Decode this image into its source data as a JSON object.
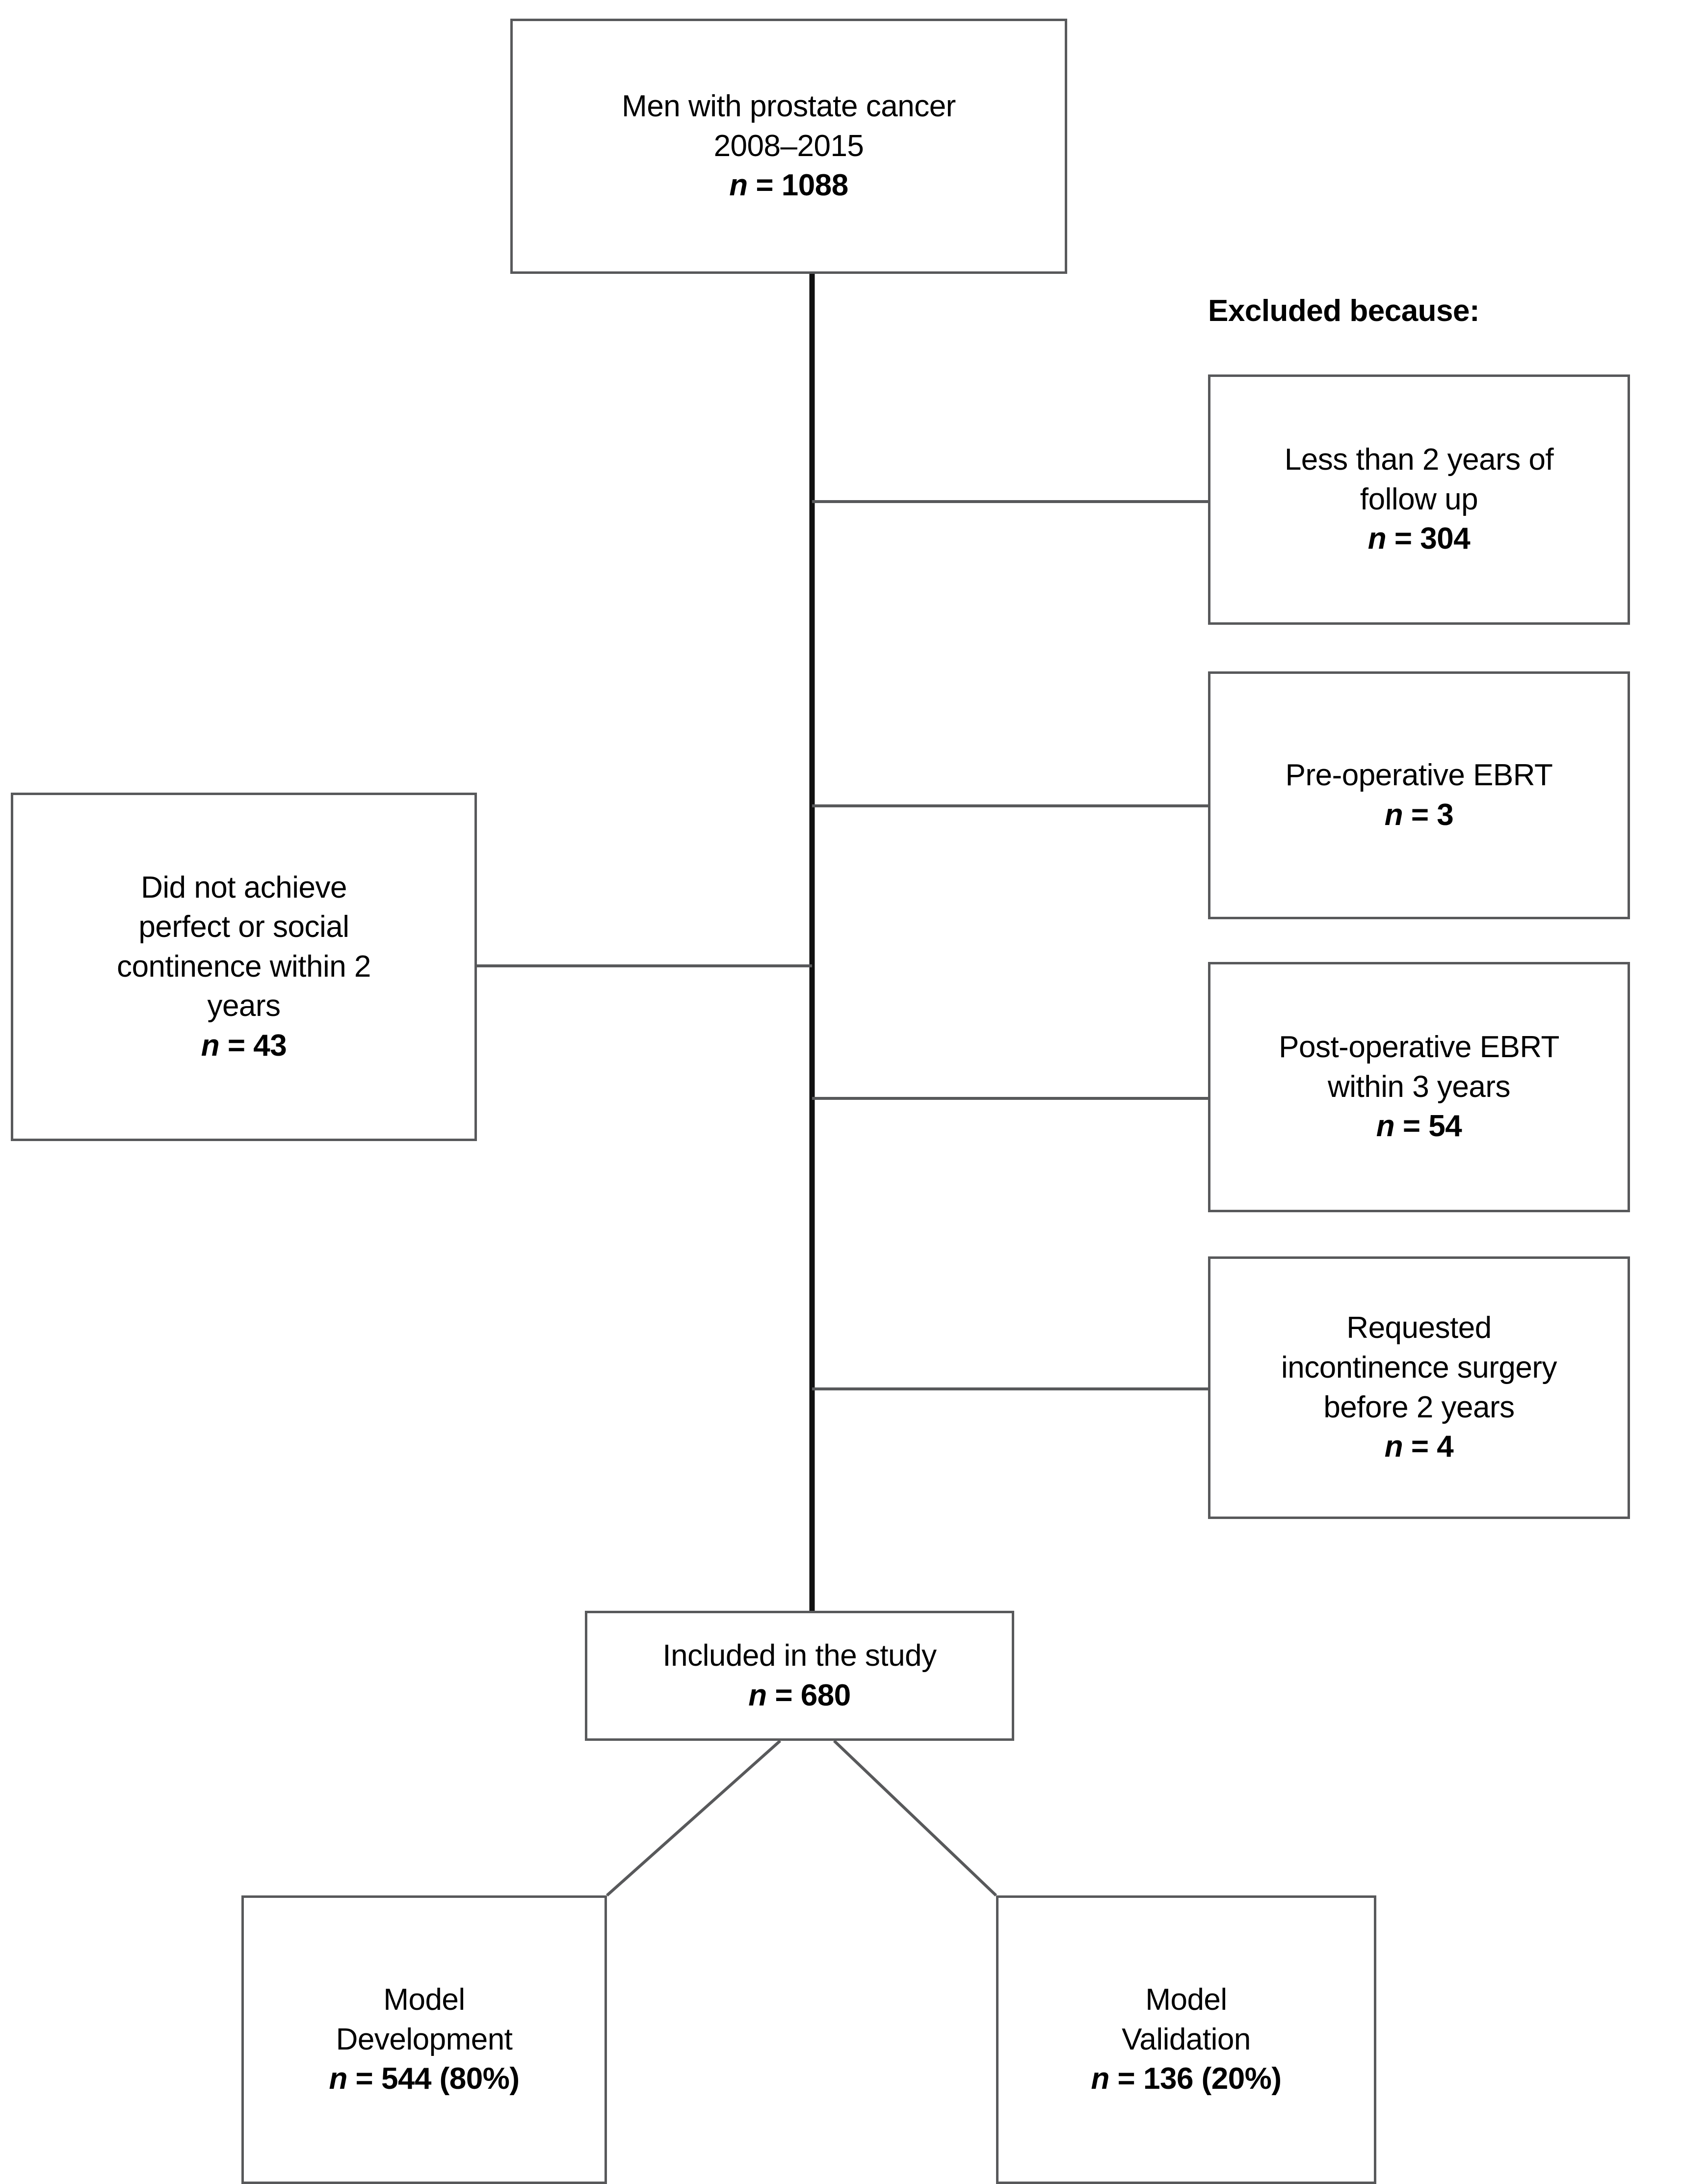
{
  "figure": {
    "type": "flowchart",
    "title": "Study participant flow diagram",
    "accent_line_color": "#58595b",
    "text_color": "#000000",
    "background_color": "#ffffff"
  },
  "labels": {
    "excluded_heading": "Excluded because:"
  },
  "nodes": {
    "source": {
      "id": "source",
      "lines": [
        "Men with prostate cancer",
        "2008–2015"
      ],
      "n_prefix": "n",
      "n_eq": " = ",
      "n_value": "1088",
      "n_text": "n = 1088"
    },
    "included": {
      "id": "included",
      "lines": [
        "Included in the study"
      ],
      "n_prefix": "n",
      "n_eq": " = ",
      "n_value": "680",
      "n_text": "n = 680"
    },
    "left_exclusion": {
      "id": "left-exclusion",
      "lines": [
        "Did not achieve",
        "perfect or social",
        "continence within 2",
        "years"
      ],
      "n_prefix": "n",
      "n_eq": " = ",
      "n_value": "43",
      "n_text": "n = 43"
    },
    "development": {
      "id": "model-development",
      "lines": [
        "Model",
        "Development"
      ],
      "n_prefix": "n",
      "n_eq": " = ",
      "n_value": "544 (80%)",
      "n_text": "n = 544 (80%)"
    },
    "validation": {
      "id": "model-validation",
      "lines": [
        "Model",
        "Validation"
      ],
      "n_prefix": "n",
      "n_eq": " = ",
      "n_value": "136 (20%)",
      "n_text": "n = 136 (20%)"
    }
  },
  "exclusions": [
    {
      "id": "less-than-2-years-follow-up",
      "lines": [
        "Less than 2 years of",
        "follow up"
      ],
      "n_prefix": "n",
      "n_eq": " = ",
      "n_value": "304",
      "n_text": "n = 304"
    },
    {
      "id": "pre-operative-ebrt",
      "lines": [
        "Pre-operative EBRT"
      ],
      "n_prefix": "n",
      "n_eq": " = ",
      "n_value": "3",
      "n_text": "n = 3"
    },
    {
      "id": "post-operative-ebrt",
      "lines": [
        "Post-operative EBRT",
        "within 3 years"
      ],
      "n_prefix": "n",
      "n_eq": " = ",
      "n_value": "54",
      "n_text": "n = 54"
    },
    {
      "id": "requested-incontinence-surgery",
      "lines": [
        "Requested",
        "incontinence surgery",
        "before 2 years"
      ],
      "n_prefix": "n",
      "n_eq": " = ",
      "n_value": "4",
      "n_text": "n = 4"
    }
  ],
  "chart_data": {
    "type": "flowchart",
    "title": "Study participant flow diagram",
    "nodes": [
      {
        "id": "source",
        "label": "Men with prostate cancer 2008–2015",
        "n": 1088
      },
      {
        "id": "less-than-2-years-follow-up",
        "label": "Less than 2 years of follow up",
        "n": 304
      },
      {
        "id": "pre-operative-ebrt",
        "label": "Pre-operative EBRT",
        "n": 3
      },
      {
        "id": "post-operative-ebrt",
        "label": "Post-operative EBRT within 3 years",
        "n": 54
      },
      {
        "id": "requested-incontinence-surgery",
        "label": "Requested incontinence surgery before 2 years",
        "n": 4
      },
      {
        "id": "left-exclusion",
        "label": "Did not achieve perfect or social continence within 2 years",
        "n": 43
      },
      {
        "id": "included",
        "label": "Included in the study",
        "n": 680
      },
      {
        "id": "model-development",
        "label": "Model Development",
        "n": 544,
        "percent": 80
      },
      {
        "id": "model-validation",
        "label": "Model Validation",
        "n": 136,
        "percent": 20
      }
    ],
    "edges": [
      {
        "from": "source",
        "to": "less-than-2-years-follow-up"
      },
      {
        "from": "source",
        "to": "pre-operative-ebrt"
      },
      {
        "from": "source",
        "to": "post-operative-ebrt"
      },
      {
        "from": "source",
        "to": "requested-incontinence-surgery"
      },
      {
        "from": "source",
        "to": "left-exclusion"
      },
      {
        "from": "source",
        "to": "included"
      },
      {
        "from": "included",
        "to": "model-development"
      },
      {
        "from": "included",
        "to": "model-validation"
      }
    ]
  }
}
